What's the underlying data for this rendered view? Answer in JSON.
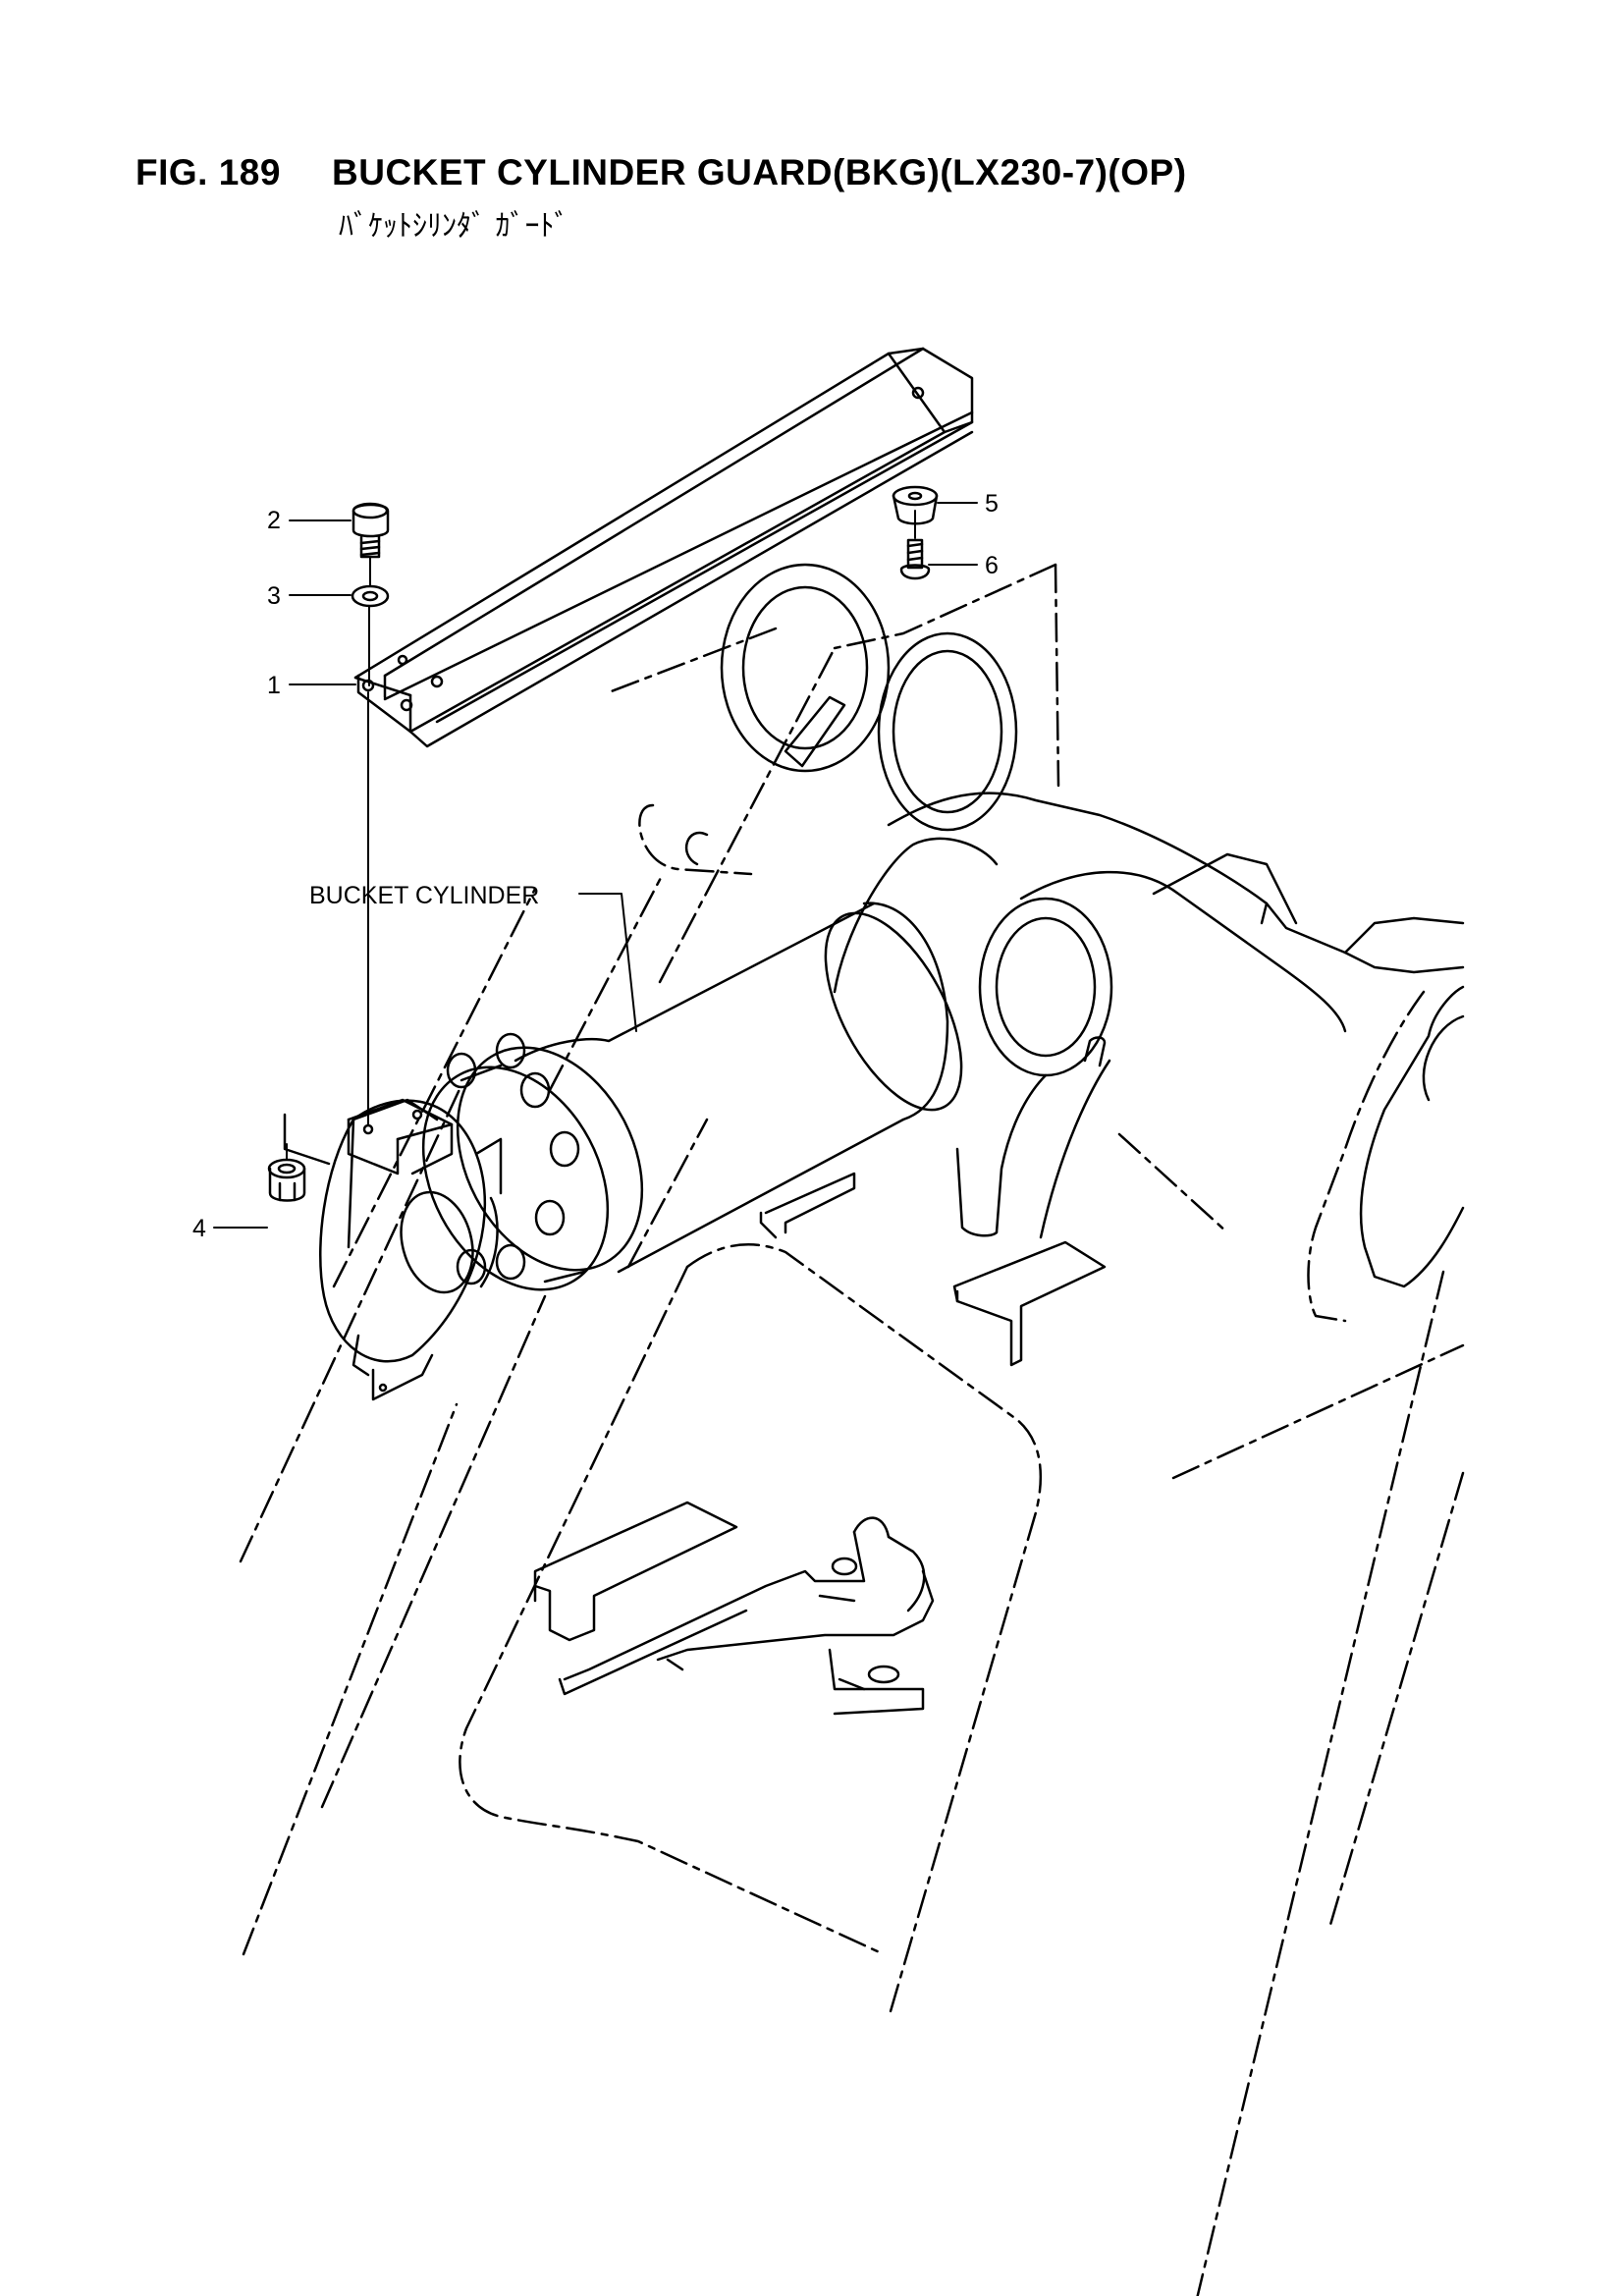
{
  "header": {
    "figure_number": "FIG. 189",
    "title": "BUCKET CYLINDER GUARD(BKG)(LX230-7)(OP)",
    "subtitle_katakana": "ﾊﾞｹｯﾄｼﾘﾝﾀﾞ ｶﾞｰﾄﾞ"
  },
  "callouts": [
    {
      "number": "1",
      "part": "guard"
    },
    {
      "number": "2",
      "part": "bolt"
    },
    {
      "number": "3",
      "part": "washer"
    },
    {
      "number": "4",
      "part": "nut"
    },
    {
      "number": "5",
      "part": "rubber-stopper"
    },
    {
      "number": "6",
      "part": "screw"
    }
  ],
  "labels": {
    "bucket_cylinder": "BUCKET CYLINDER"
  },
  "colors": {
    "ink": "#000000",
    "paper": "#ffffff"
  }
}
